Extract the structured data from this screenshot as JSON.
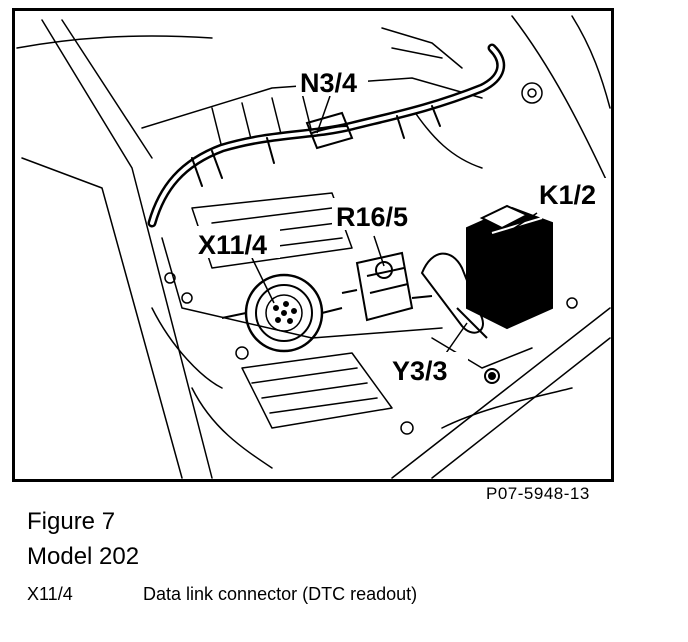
{
  "diagram": {
    "callouts": {
      "n3_4": "N3/4",
      "r16_5": "R16/5",
      "k1_2": "K1/2",
      "x11_4": "X11/4",
      "y3_3": "Y3/3"
    },
    "source_id": "P07-5948-13"
  },
  "caption": {
    "figure": "Figure 7",
    "model": "Model 202"
  },
  "legend": [
    {
      "code": "X11/4",
      "description": "Data link connector (DTC readout)"
    }
  ],
  "colors": {
    "ink": "#000000",
    "paper": "#ffffff"
  }
}
